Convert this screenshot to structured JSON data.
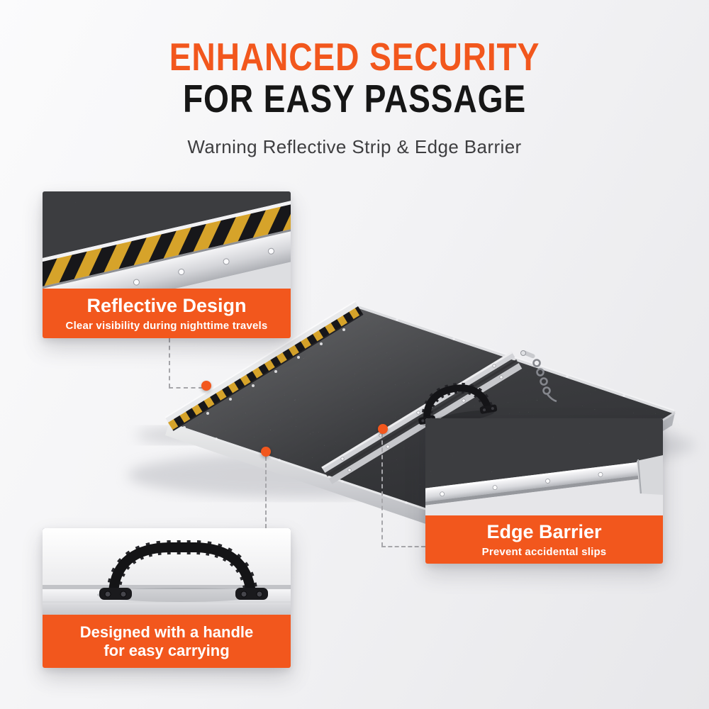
{
  "colors": {
    "accent": "#F2571D",
    "heading": "#161616",
    "subtitle": "#3E3E40",
    "background-top": "#FBFBFC",
    "background-bottom": "#E7E7EA",
    "strip-yellow": "#D6A32A",
    "strip-black": "#17171A"
  },
  "header": {
    "title_accent": "ENHANCED SECURITY",
    "title_dark": "FOR EASY PASSAGE",
    "subtitle": "Warning Reflective Strip & Edge Barrier"
  },
  "callouts": {
    "reflective": {
      "title": "Reflective Design",
      "subtitle": "Clear visibility during nighttime travels",
      "image_alt": "close-up of yellow and black reflective warning strip riveted along the ramp side rail"
    },
    "edge": {
      "title": "Edge Barrier",
      "subtitle": "Prevent accidental slips",
      "image_alt": "close-up of the raised aluminum edge barrier along the anti-slip deck"
    },
    "handle": {
      "title": "Designed with a handle\nfor easy carrying",
      "image_alt": "close-up of the black ribbed carry handle mounted on the folded ramp"
    }
  },
  "scene": {
    "alt": "aluminum single-fold ramp with black anti-slip grip surface, yellow-black reflective side strip, center hinge rails, carry handle and safety chain pin"
  }
}
